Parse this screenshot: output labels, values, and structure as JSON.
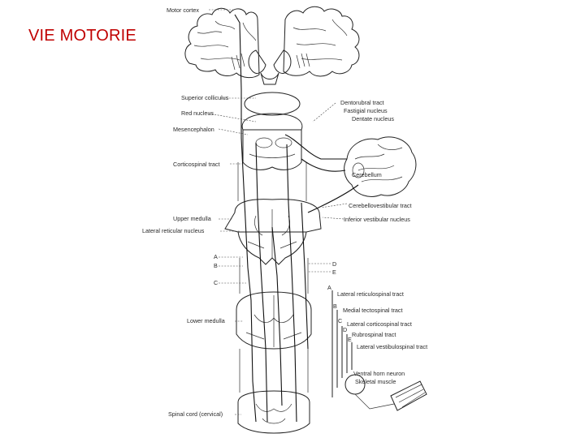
{
  "slide": {
    "title": "VIE MOTORIE"
  },
  "figure": {
    "labels": {
      "motor_cortex": "Motor cortex",
      "superior_colliculus": "Superior colliculus",
      "red_nucleus": "Red nucleus",
      "mesencephalon": "Mesencephalon",
      "corticospinal_tract": "Corticospinal tract",
      "upper_medulla": "Upper medulla",
      "lateral_reticular_nucleus": "Lateral reticular nucleus",
      "a": "A",
      "b": "B",
      "c": "C",
      "d": "D",
      "e": "E",
      "lower_medulla": "Lower medulla",
      "spinal_cord": "Spinal cord (cervical)",
      "dentorubral_tract": "Dentorubral tract",
      "fastigial_nucleus": "Fastigial nucleus",
      "dentate_nucleus": "Dentate nucleus",
      "cerebellum": "Cerebellum",
      "cerebellovestibular_tract": "Cerebellovestibular tract",
      "inferior_vestibular_nucleus": "Inferior vestibular nucleus",
      "lateral_reticulospinal_tract": "Lateral reticulospinal tract",
      "medial_tectospinal_tract": "Medial tectospinal tract",
      "lateral_corticospinal_tract": "Lateral corticospinal tract",
      "rubrospinal_tract": "Rubrospinal tract",
      "lateral_vestibulospinal_tract": "Lateral vestibulospinal tract",
      "ventral_horn_neuron": "Ventral horn neuron",
      "skeletal_muscle": "Skeletal muscle"
    }
  }
}
